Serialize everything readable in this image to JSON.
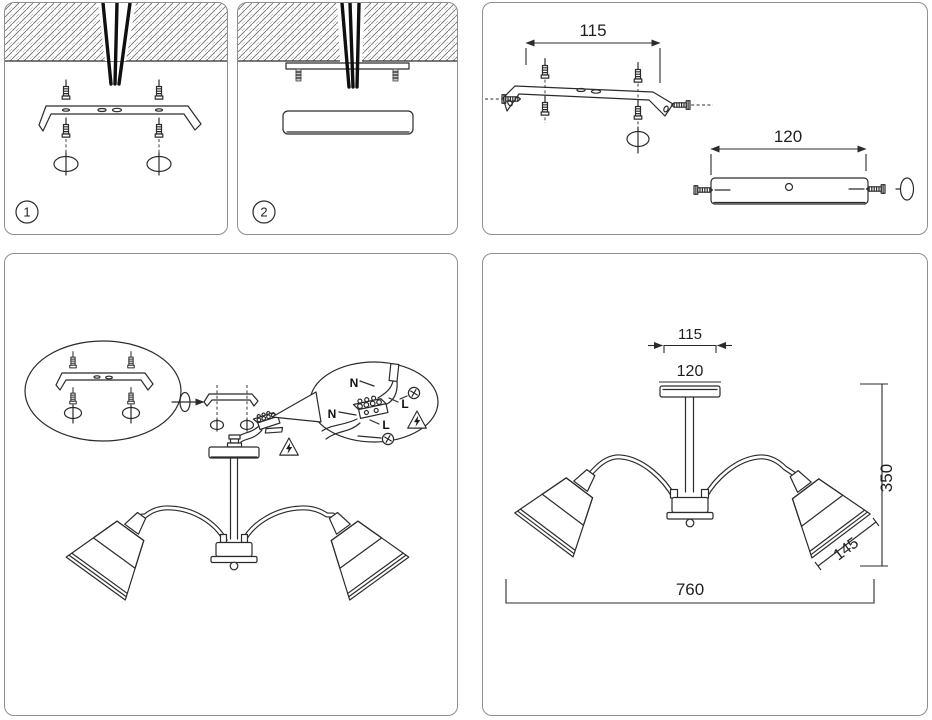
{
  "page": {
    "colors": {
      "background": "#ffffff",
      "panel_border": "#8f8f8f",
      "line": "#2b2b2b",
      "wire": "#101010",
      "hatch": "#6f6f6f"
    },
    "icons": {
      "warning": "electric-shock-warning-triangle-icon",
      "earth": "earth-screw-icon",
      "screw": "mounting-screw-icon",
      "anchor_hole": "ceiling-hole-ellipse"
    }
  },
  "panels": {
    "step1": {
      "badge": "1"
    },
    "step2": {
      "badge": "2"
    },
    "parts_dims": {
      "bracket_width": "115",
      "canopy_width": "120"
    },
    "assembly": {
      "wiring": {
        "neutral_top": "N",
        "live_top": "L",
        "neutral_left": "N",
        "live_bottom": "L"
      }
    },
    "fixture_dims": {
      "bracket_width": "115",
      "canopy_width": "120",
      "height": "350",
      "shade": "145",
      "width": "760"
    }
  }
}
